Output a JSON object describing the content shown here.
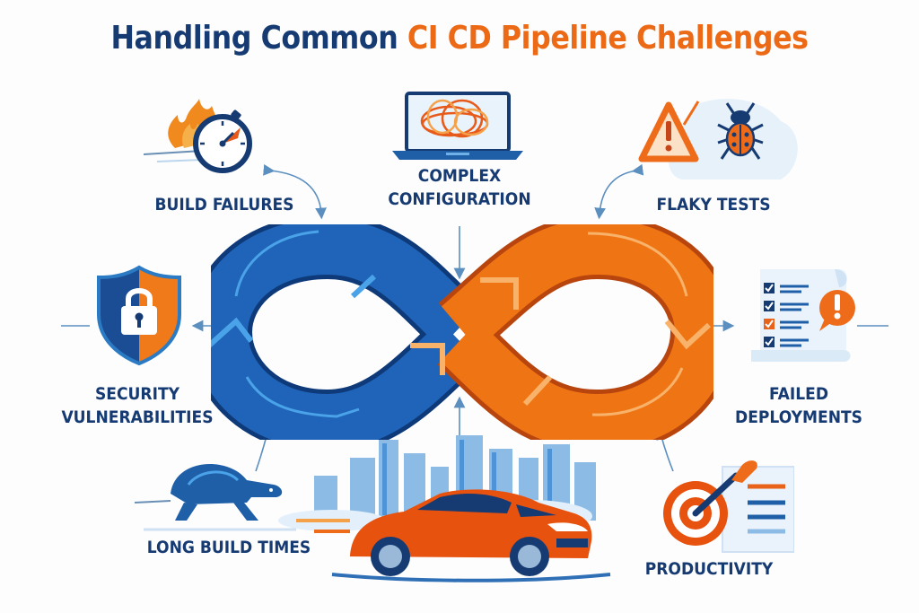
{
  "title": {
    "part1": "Handling Common",
    "part2": "CI CD Pipeline Challenges"
  },
  "colors": {
    "navy": "#163a72",
    "blue": "#1f64b8",
    "orange": "#ec6a16",
    "light_blue": "#6aa8dc"
  },
  "challenges": [
    {
      "id": "build-failures",
      "label": "BUILD FAILURES",
      "icon": "stopwatch-on-fire-icon"
    },
    {
      "id": "complex-configuration",
      "label_line1": "COMPLEX",
      "label_line2": "CONFIGURATION",
      "icon": "laptop-tangled-lines-icon"
    },
    {
      "id": "flaky-tests",
      "label": "FLAKY TESTS",
      "icon": "warning-and-bug-icon"
    },
    {
      "id": "security-vulnerabilities",
      "label_line1": "SECURITY",
      "label_line2": "VULNERABILITIES",
      "icon": "shield-padlock-icon"
    },
    {
      "id": "failed-deployments",
      "label_line1": "FAILED",
      "label_line2": "DEPLOYMENTS",
      "icon": "checklist-alert-icon"
    },
    {
      "id": "long-build-times",
      "label": "LONG BUILD TIMES",
      "icon": "turtle-and-sports-car-icon"
    },
    {
      "id": "productivity",
      "label": "PRODUCTIVITY",
      "icon": "target-dart-icon"
    }
  ],
  "center": {
    "icon": "infinity-loop-icon",
    "left_color": "#1f64b8",
    "right_color": "#ef7414"
  }
}
